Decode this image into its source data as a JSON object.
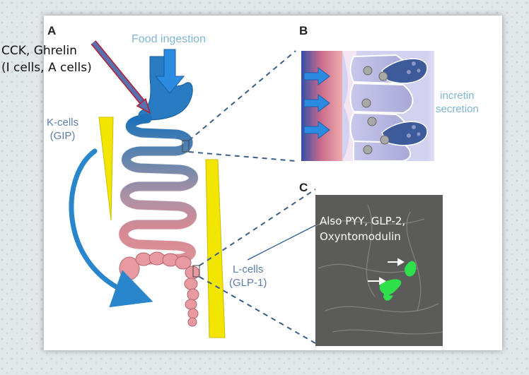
{
  "panels": {
    "a": "A",
    "b": "B",
    "c": "C"
  },
  "labels": {
    "food_ingestion": "Food ingestion",
    "cck_ghrelin_line1": "CCK, Ghrelin",
    "cck_ghrelin_line2": "(I cells, A cells)",
    "k_cells_line1": "K-cells",
    "k_cells_line2": "(GIP)",
    "l_cells_line1": "L-cells",
    "l_cells_line2": "(GLP-1)",
    "incretin_line1": "incretin",
    "incretin_line2": "secretion",
    "also_line1": "Also PYY, GLP-2,",
    "also_line2": "Oxyntomodulin"
  },
  "colors": {
    "stomach_blue": "#2d7fc0",
    "intestine_pink": "#e59aa2",
    "gradient_yellow": "#f2e600",
    "callout_arrow_blue": "#5a6fb0",
    "callout_arrow_red": "#b0202e",
    "curved_arrow_blue": "#2a86cc",
    "fluorescent_green": "#2ee04a"
  }
}
